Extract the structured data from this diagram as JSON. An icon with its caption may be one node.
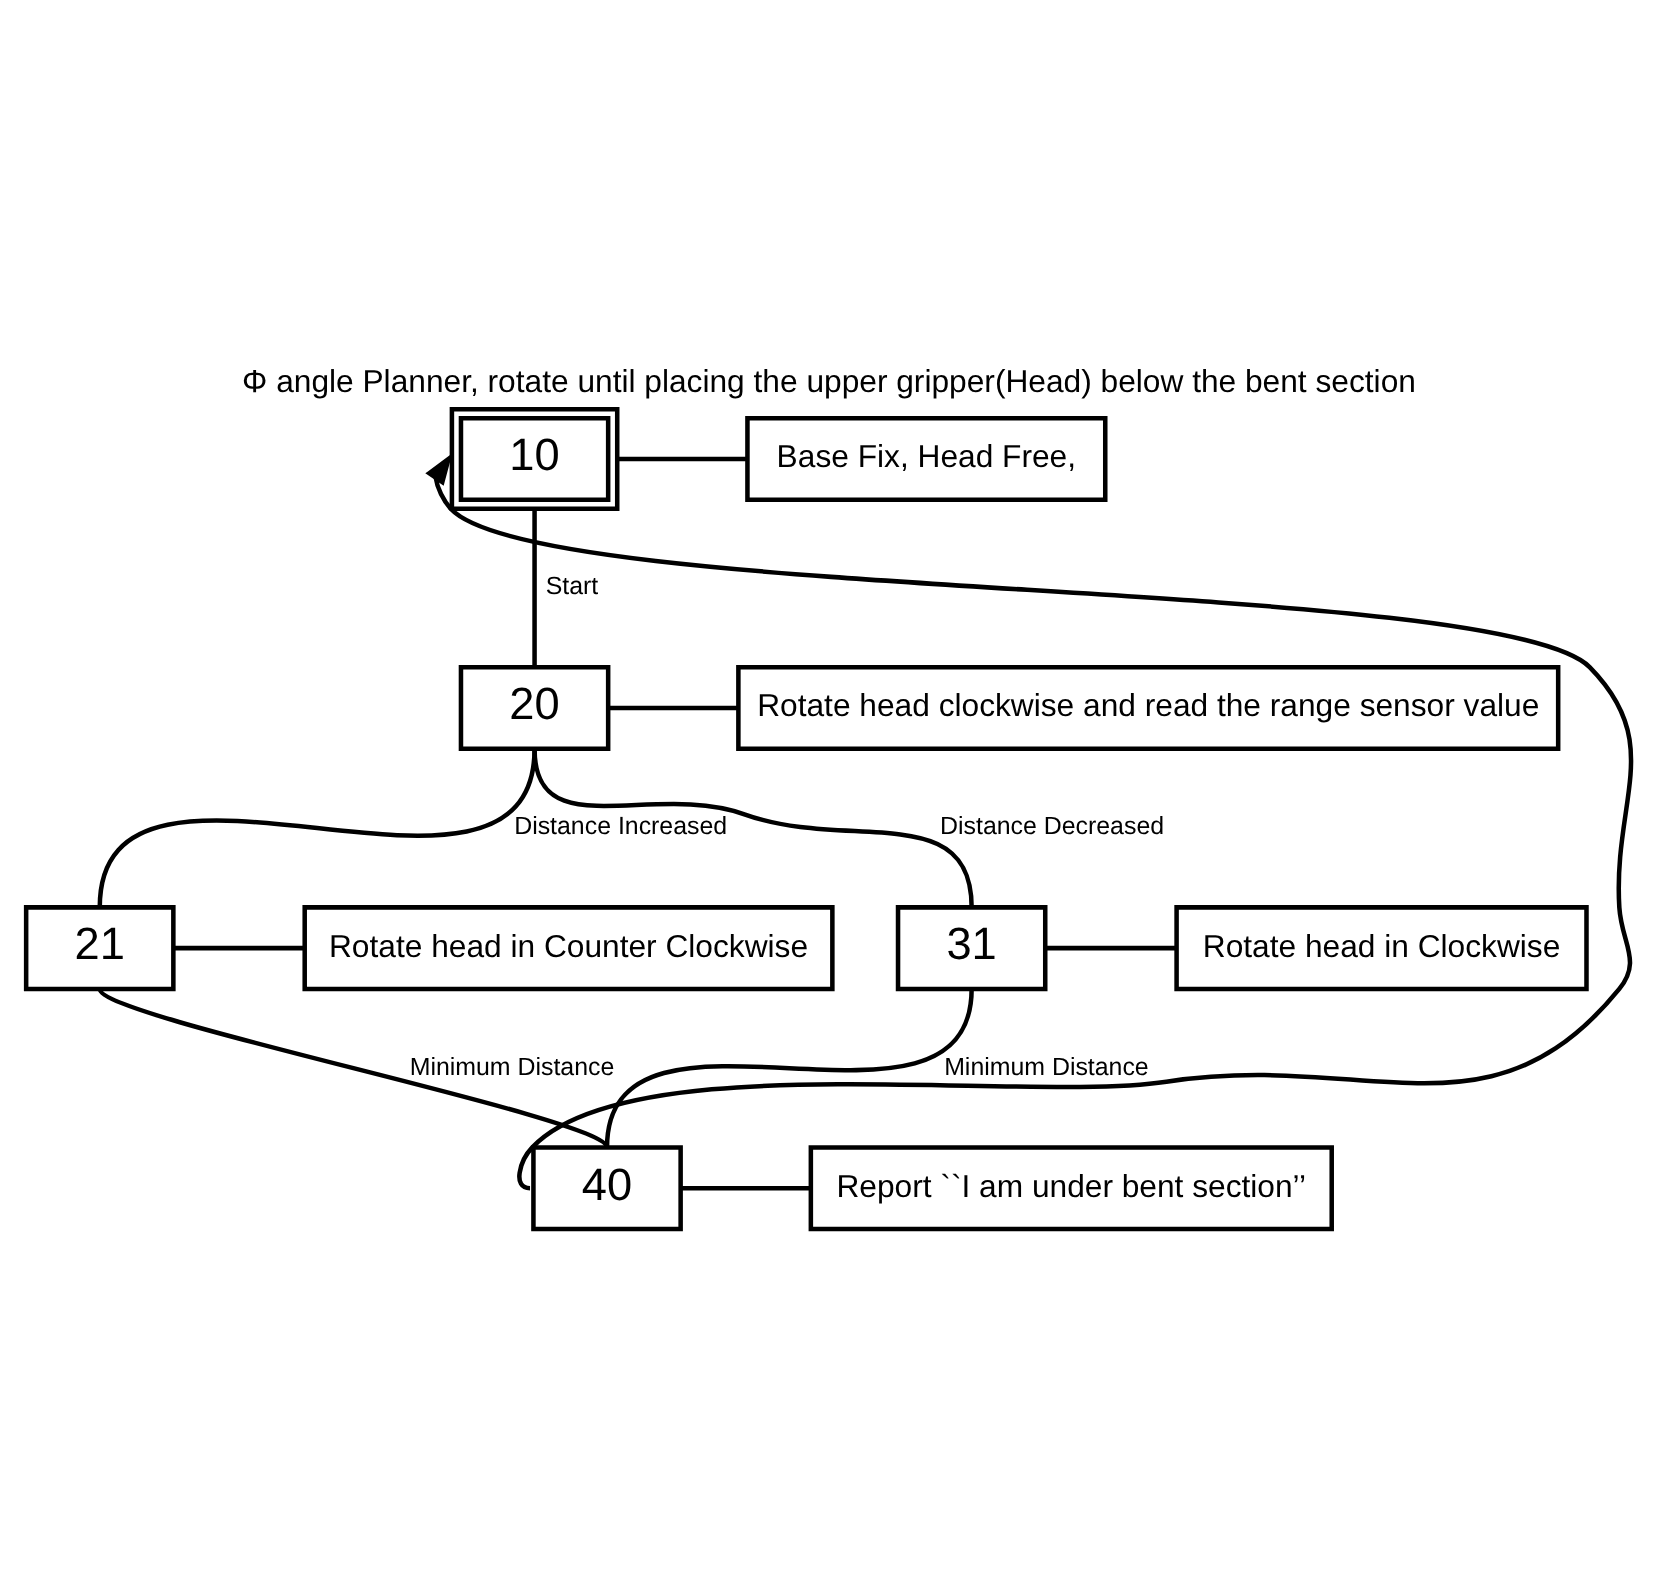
{
  "diagram": {
    "title": "Φ angle Planner, rotate until placing the upper gripper(Head) below the bent section",
    "nodes": [
      {
        "text": [
          "10"
        ]
      },
      {
        "text": [
          "Base Fix, Head Free,"
        ]
      },
      {
        "text": [
          "20"
        ]
      },
      {
        "text": [
          "Rotate head clockwise and read the range sensor value"
        ]
      },
      {
        "text": [
          "21"
        ]
      },
      {
        "text": [
          "Rotate head in Counter Clockwise"
        ]
      },
      {
        "text": [
          "31"
        ]
      },
      {
        "text": [
          "Rotate head in Clockwise"
        ]
      },
      {
        "text": [
          "40"
        ]
      },
      {
        "text": [
          "Report ``I am under bent section’’"
        ]
      }
    ],
    "edges": [
      {
        "from": 0,
        "to": 1,
        "arrow": "none"
      },
      {
        "from": 0,
        "to": 2,
        "arrow": "none",
        "label": "Start"
      },
      {
        "from": 2,
        "to": 3,
        "arrow": "none"
      },
      {
        "from": 2,
        "to": 4,
        "arrow": "none",
        "label": "Distance Increased"
      },
      {
        "from": 2,
        "to": 6,
        "arrow": "none",
        "label": "Distance Decreased"
      },
      {
        "from": 4,
        "to": 5,
        "arrow": "none"
      },
      {
        "from": 6,
        "to": 7,
        "arrow": "none"
      },
      {
        "from": 4,
        "to": 8,
        "arrow": "none",
        "label": "Minimum Distance"
      },
      {
        "from": 6,
        "to": 8,
        "arrow": "none",
        "label": "Minimum Distance"
      },
      {
        "from": 8,
        "to": 9,
        "arrow": "none"
      },
      {
        "from": 8,
        "to": 0,
        "arrow": "to"
      }
    ]
  }
}
